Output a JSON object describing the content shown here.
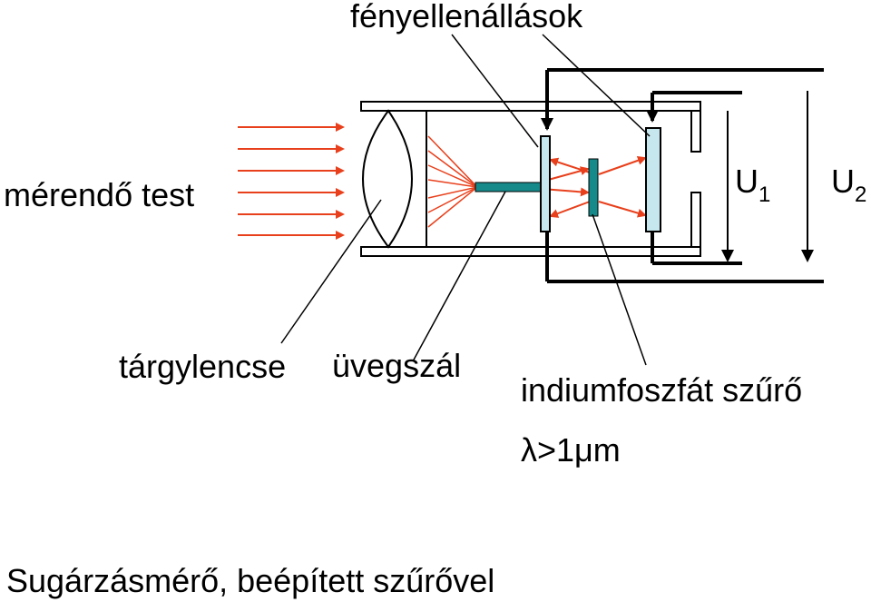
{
  "labels": {
    "photoresistors": "fényellenállások",
    "object": "mérendő test",
    "lens": "tárgylencse",
    "fiber": "üvegszál",
    "filter": "indiumfoszfát szűrő",
    "wavelength": "λ>1μm",
    "caption": "Sugárzásmérő, beépített szűrővel"
  },
  "voltages": {
    "u1": {
      "main": "U",
      "sub": "1"
    },
    "u2": {
      "main": "U",
      "sub": "2"
    }
  },
  "colors": {
    "rays": "#e8401c",
    "fiber": "#168a8a",
    "resistor": "#c7e7ef",
    "line": "#000000"
  }
}
